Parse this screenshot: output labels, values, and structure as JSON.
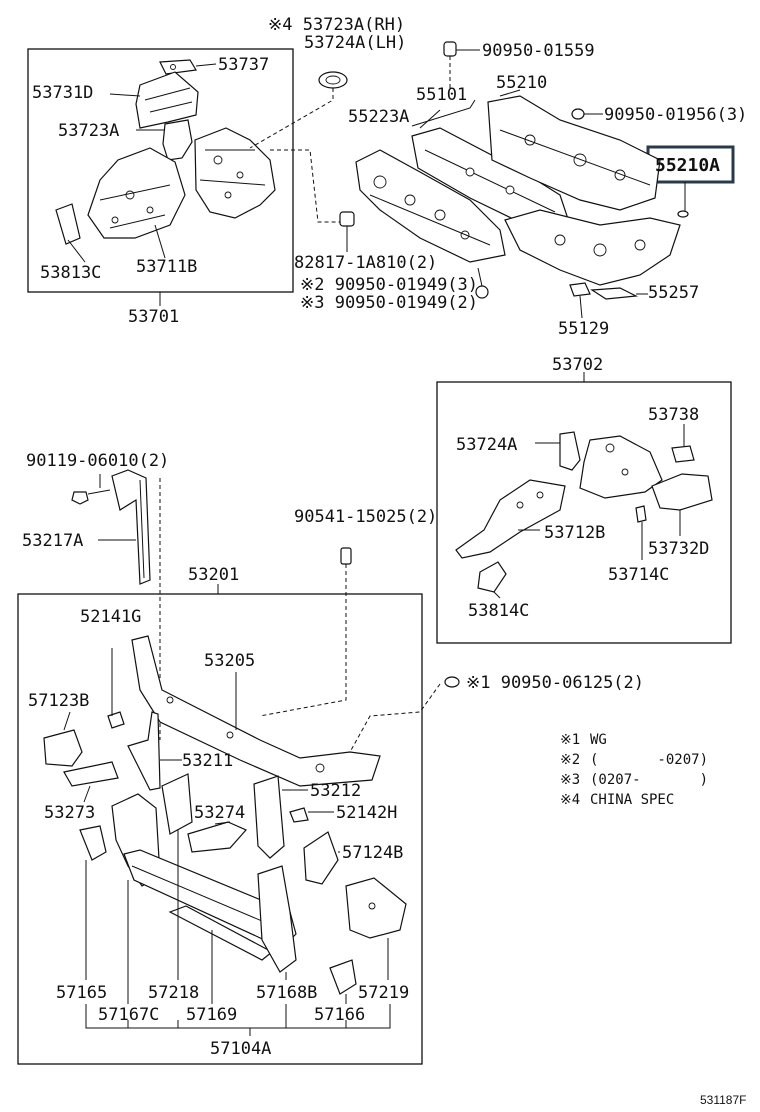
{
  "diagram": {
    "drawing_number": "531187F",
    "highlighted_part": "55210A",
    "notes": [
      {
        "mark": "※1",
        "text": "WG"
      },
      {
        "mark": "※2",
        "text": "(       -0207)"
      },
      {
        "mark": "※3",
        "text": "(0207-       )"
      },
      {
        "mark": "※4",
        "text": "CHINA SPEC"
      }
    ],
    "parts": {
      "p53723A_rh": "※4 53723A(RH)",
      "p53724A_lh": "53724A(LH)",
      "p90950_01559": "90950-01559",
      "p55210": "55210",
      "p90950_01956": "90950-01956(3)",
      "p55101": "55101",
      "p55223A": "55223A",
      "p55210A": "55210A",
      "p53737": "53737",
      "p53731D": "53731D",
      "p53723A": "53723A",
      "p53813C": "53813C",
      "p53711B": "53711B",
      "p53701": "53701",
      "p82817": "82817-1A810(2)",
      "p90950_01949_a": "※2 90950-01949(3)",
      "p90950_01949_b": "※3 90950-01949(2)",
      "p55257": "55257",
      "p55129": "55129",
      "p53702": "53702",
      "p53738": "53738",
      "p53724A": "53724A",
      "p53712B": "53712B",
      "p53732D": "53732D",
      "p53714C": "53714C",
      "p53814C": "53814C",
      "p90119": "90119-06010(2)",
      "p53217A": "53217A",
      "p90541": "90541-15025(2)",
      "p53201": "53201",
      "p52141G": "52141G",
      "p53205": "53205",
      "p90950_06125": "※1 90950-06125(2)",
      "p57123B": "57123B",
      "p53211": "53211",
      "p53212": "53212",
      "p53273": "53273",
      "p53274": "53274",
      "p52142H": "52142H",
      "p57124B": "57124B",
      "p57165": "57165",
      "p57218": "57218",
      "p57168B": "57168B",
      "p57219": "57219",
      "p57167C": "57167C",
      "p57169": "57169",
      "p57166": "57166",
      "p57104A": "57104A"
    }
  }
}
